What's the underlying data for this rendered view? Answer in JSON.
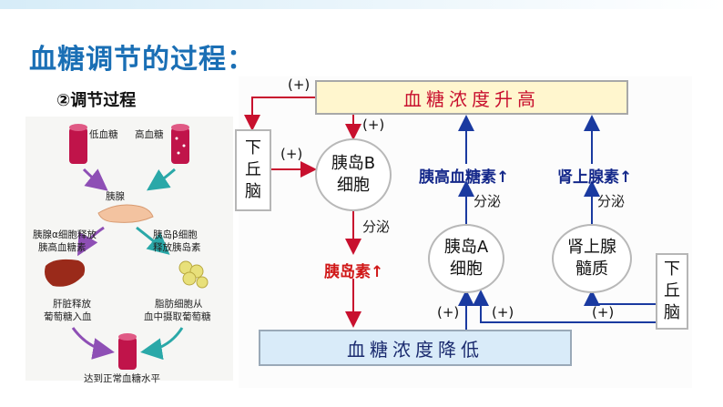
{
  "title": "血糖调节的过程：",
  "subtitle": "②调节过程",
  "left_figure": {
    "low_sugar": "低血糖",
    "high_sugar": "高血糖",
    "pancreas": "胰腺",
    "alpha_line1": "胰腺α细胞释放",
    "alpha_line2": "胰高血糖素",
    "beta_line1": "胰岛β细胞",
    "beta_line2": "释放胰岛素",
    "liver_line1": "肝脏释放",
    "liver_line2": "葡萄糖入血",
    "fat_line1": "脂肪细胞从",
    "fat_line2": "血中摄取葡萄糖",
    "normal": "达到正常血糖水平"
  },
  "diagram": {
    "top_banner": "血糖浓度升高",
    "bottom_banner": "血糖浓度降低",
    "hypo_left": [
      "下",
      "丘",
      "脑"
    ],
    "hypo_right": [
      "下",
      "丘",
      "脑"
    ],
    "islet_b": [
      "胰岛B",
      "细胞"
    ],
    "islet_a": [
      "胰岛A",
      "细胞"
    ],
    "adrenal": [
      "肾上腺",
      "髓质"
    ],
    "insulin": "胰岛素↑",
    "glucagon": "胰高血糖素↑",
    "adrenaline": "肾上腺素↑",
    "secrete": "分泌",
    "plus": "(+)"
  },
  "colors": {
    "title": "#1a6fb5",
    "arrow_red": "#c8102e",
    "arrow_blue": "#1a3aa0"
  }
}
